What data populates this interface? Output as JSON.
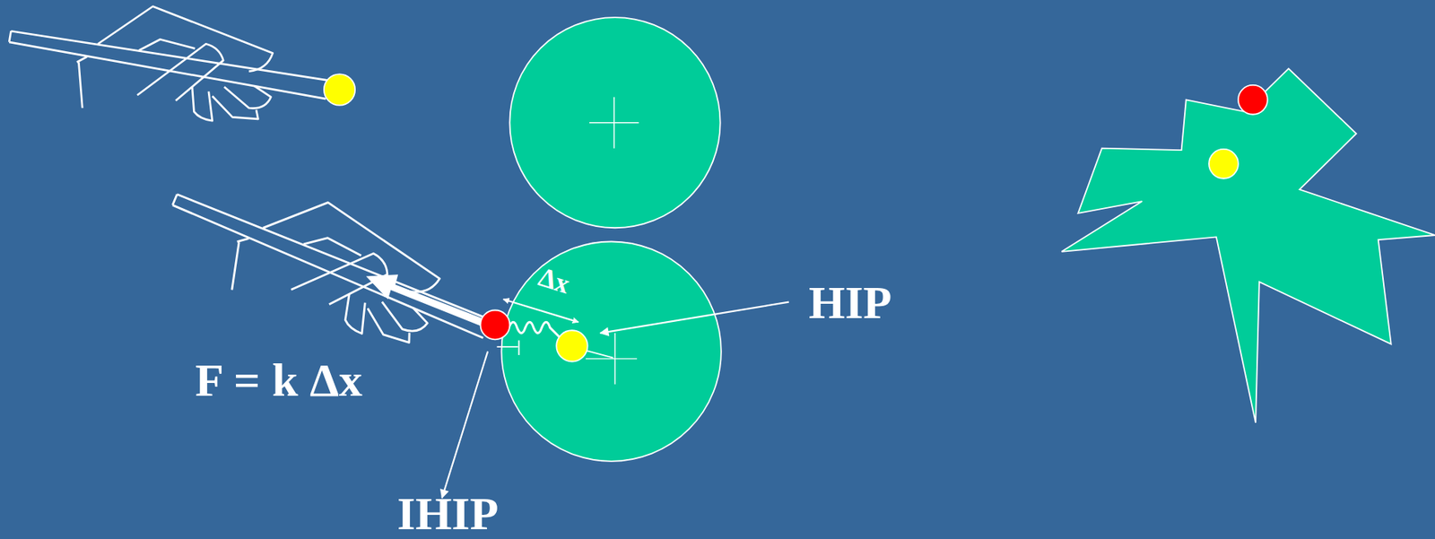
{
  "diagram": {
    "labels": [
      "Δx",
      "HIP",
      "F = k Δx",
      "IHIP"
    ]
  }
}
